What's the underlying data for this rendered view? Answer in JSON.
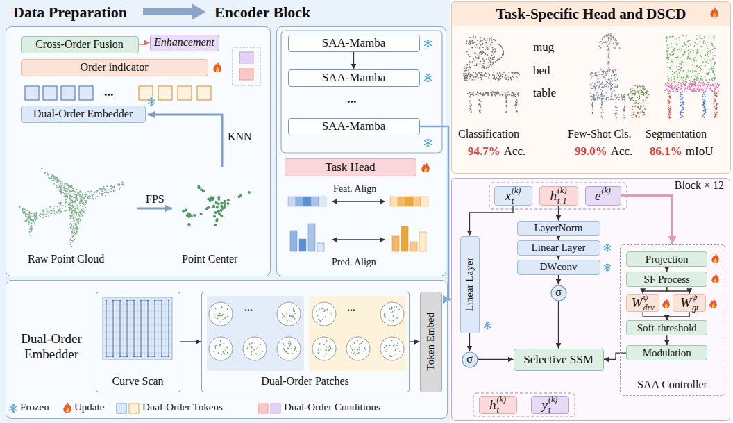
{
  "diagram": {
    "nodes": [
      {
        "text": [
          "Data Preparation"
        ]
      },
      {
        "text": [
          "Cross-Order Fusion"
        ],
        "in": 0
      },
      {
        "text": [
          "Enhancement"
        ],
        "in": 0
      },
      {
        "text": [
          "Order indicator"
        ],
        "in": 0
      },
      {
        "text": [
          "Dual-Order Embedder"
        ],
        "in": 0
      },
      {
        "text": [
          "Encoder Block"
        ]
      },
      {
        "text": [
          "SAA-Mamba"
        ],
        "in": 5
      },
      {
        "text": [
          "SAA-Mamba"
        ],
        "in": 5
      },
      {
        "text": [
          "SAA-Mamba"
        ],
        "in": 5
      },
      {
        "text": [
          "Task Head"
        ],
        "in": 5
      },
      {
        "text": [
          "Dual-Order Embedder"
        ]
      },
      {
        "text": [
          "Curve Scan"
        ],
        "in": 10
      },
      {
        "text": [
          "Dual-Order Patches"
        ],
        "in": 10
      },
      {
        "text": [
          "Token Embed"
        ],
        "in": 10
      },
      {
        "text": [
          "Task-Specific Head and DSCD"
        ]
      },
      {
        "text": [
          "Block × 12"
        ]
      },
      {
        "text": [
          "x",
          "t",
          "(k)"
        ],
        "in": 15
      },
      {
        "text": [
          "h",
          "t-1",
          "(k)"
        ],
        "in": 15
      },
      {
        "text": [
          "e",
          "(k)"
        ],
        "in": 15
      },
      {
        "text": [
          "Linear Layer"
        ],
        "in": 15
      },
      {
        "text": [
          "LayerNorm"
        ],
        "in": 15
      },
      {
        "text": [
          "Linear Layer"
        ],
        "in": 15
      },
      {
        "text": [
          "DWconv"
        ],
        "in": 15
      },
      {
        "text": [
          "σ"
        ],
        "in": 15
      },
      {
        "text": [
          "σ"
        ],
        "in": 15
      },
      {
        "text": [
          "Selective SSM"
        ],
        "in": 15
      },
      {
        "text": [
          "SAA Controller"
        ],
        "in": 15
      },
      {
        "text": [
          "Projection"
        ],
        "in": 26
      },
      {
        "text": [
          "SF Process"
        ],
        "in": 26
      },
      {
        "text": [
          "W",
          "drv",
          "ψ"
        ],
        "in": 26
      },
      {
        "text": [
          "W",
          "gt",
          "ψ"
        ],
        "in": 26
      },
      {
        "text": [
          "Soft-threshold"
        ],
        "in": 26
      },
      {
        "text": [
          "Modulation"
        ],
        "in": 26
      },
      {
        "text": [
          "h",
          "t",
          "(k)"
        ],
        "in": 15
      },
      {
        "text": [
          "y",
          "t",
          "(k)"
        ],
        "in": 15
      }
    ],
    "edges": [
      {
        "from": 1,
        "to": 2,
        "arrow": "to"
      },
      {
        "from": 6,
        "to": 7,
        "arrow": "to"
      },
      {
        "from": 8,
        "to": 15,
        "arrow": "to"
      },
      {
        "from": 18,
        "to": 26,
        "arrow": "to"
      },
      {
        "from": 16,
        "to": 19,
        "arrow": "to"
      },
      {
        "from": 17,
        "to": 20,
        "arrow": "to"
      },
      {
        "from": 20,
        "to": 21,
        "arrow": "to"
      },
      {
        "from": 21,
        "to": 22,
        "arrow": "to"
      },
      {
        "from": 22,
        "to": 24,
        "arrow": "to"
      },
      {
        "from": 24,
        "to": 25,
        "arrow": "to"
      },
      {
        "from": 19,
        "to": 23,
        "arrow": "to"
      },
      {
        "from": 23,
        "to": 25,
        "arrow": "to"
      },
      {
        "from": 32,
        "to": 25,
        "arrow": "to"
      },
      {
        "from": 27,
        "to": 28,
        "arrow": "to"
      },
      {
        "from": 28,
        "to": 29,
        "arrow": "to"
      },
      {
        "from": 28,
        "to": 30,
        "arrow": "to"
      },
      {
        "from": 29,
        "to": 31,
        "arrow": "to"
      },
      {
        "from": 30,
        "to": 31,
        "arrow": "to"
      },
      {
        "from": 31,
        "to": 32,
        "arrow": "to"
      },
      {
        "from": 11,
        "to": 12,
        "arrow": "to"
      },
      {
        "from": 12,
        "to": 13,
        "arrow": "to"
      }
    ],
    "labels": [
      "Raw Point Cloud",
      "FPS",
      "Point Center",
      "KNN",
      "...",
      "...",
      "Feat. Align",
      "Pred. Align",
      "...",
      "...",
      "mug",
      "bed",
      "table",
      "Classification",
      "94.7%",
      "Acc.",
      "Few-Shot Cls.",
      "99.0%",
      "Acc.",
      "Segmentation",
      "86.1%",
      "mIoU"
    ],
    "legend": [
      {
        "text": "Frozen"
      },
      {
        "text": "Update"
      },
      {
        "text": "Dual-Order Tokens"
      },
      {
        "text": "Dual-Order Conditions"
      }
    ]
  }
}
